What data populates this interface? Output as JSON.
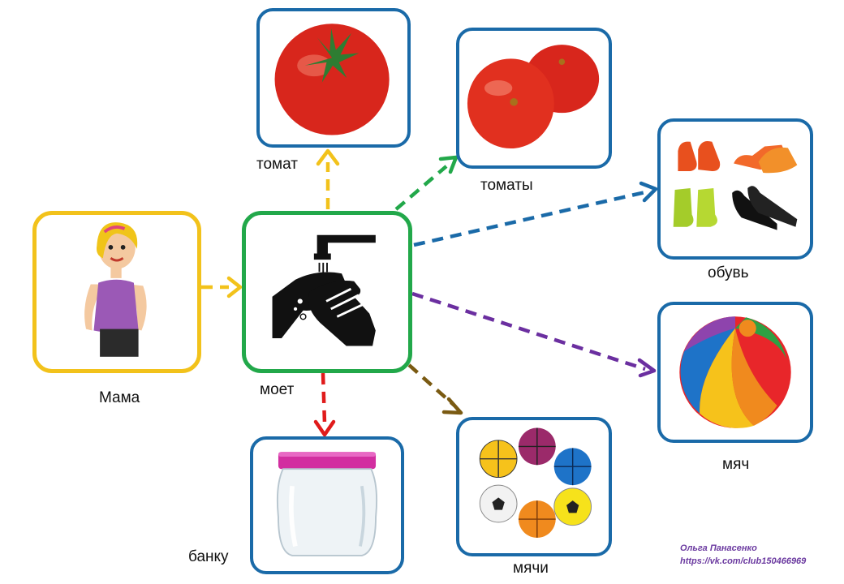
{
  "nodes": {
    "subject": {
      "label": "Мама"
    },
    "action": {
      "label": "моет"
    },
    "tomato": {
      "label": "томат"
    },
    "tomatoes": {
      "label": "томаты"
    },
    "shoes": {
      "label": "обувь"
    },
    "ball": {
      "label": "мяч"
    },
    "balls": {
      "label": "мячи"
    },
    "jar": {
      "label": "банку"
    }
  },
  "colors": {
    "subject_border": "#f2c21b",
    "action_border": "#22a84a",
    "object_border": "#1a6aa8",
    "arrow_subject": "#f2c21b",
    "arrow_tomato": "#f2c21b",
    "arrow_tomatoes": "#22a84a",
    "arrow_shoes": "#1a6aa8",
    "arrow_ball": "#6b2fa0",
    "arrow_balls": "#7a5a12",
    "arrow_jar": "#e01b1b"
  },
  "credit": {
    "author": "Ольга Панасенко",
    "url": "https://vk.com/club150466969"
  }
}
